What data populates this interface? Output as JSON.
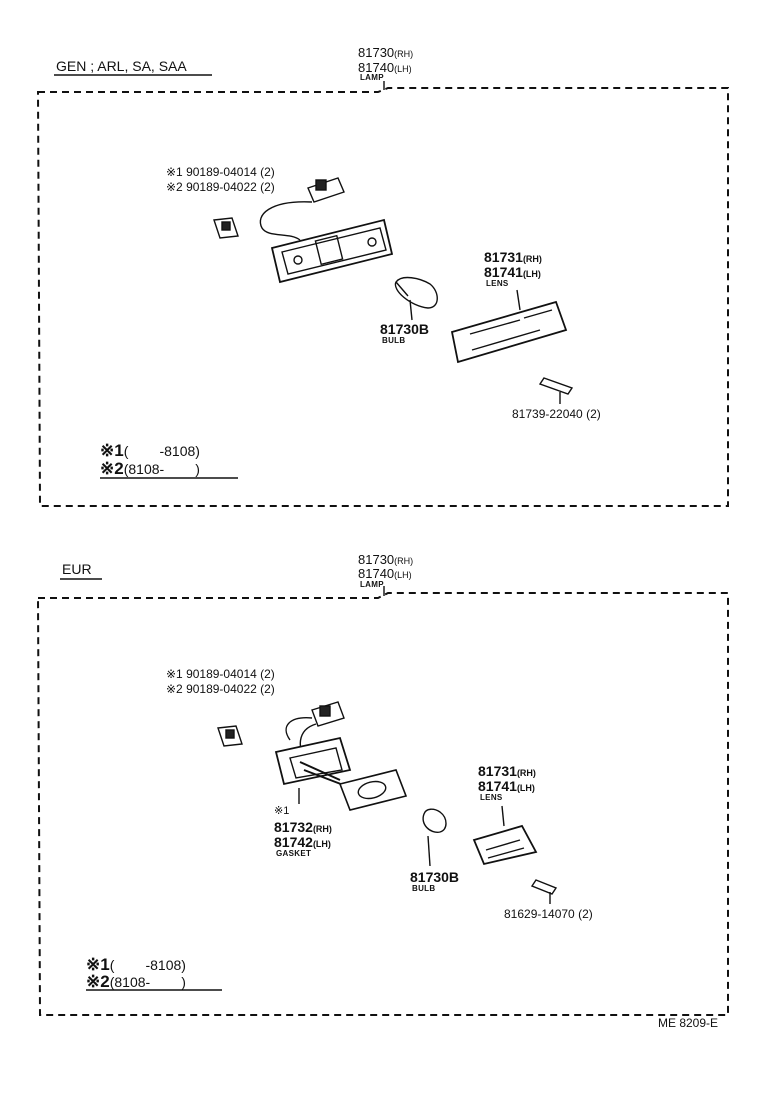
{
  "top": {
    "section_label": "GEN ; ARL, SA, SAA",
    "lamp_rh": "81730",
    "lamp_lh": "81740",
    "suffix_rh": "(RH)",
    "suffix_lh": "(LH)",
    "lamp_caption": "LAMP",
    "socket_part_1": "※1 90189-04014 (2)",
    "socket_part_2": "※2 90189-04022 (2)",
    "lens_rh": "81731",
    "lens_lh": "81741",
    "lens_caption": "LENS",
    "bulb_part": "81730B",
    "bulb_caption": "BULB",
    "screw_part": "81739-22040 (2)",
    "legend_mark_1": "※1",
    "legend_range_1": "(        -8108)",
    "legend_mark_2": "※2",
    "legend_range_2": "(8108-        )"
  },
  "bottom": {
    "section_label": "EUR",
    "lamp_rh": "81730",
    "lamp_lh": "81740",
    "suffix_rh": "(RH)",
    "suffix_lh": "(LH)",
    "lamp_caption": "LAMP",
    "socket_part_1": "※1 90189-04014 (2)",
    "socket_part_2": "※2 90189-04022 (2)",
    "gasket_mark": "※1",
    "gasket_rh": "81732",
    "gasket_lh": "81742",
    "gasket_caption": "GASKET",
    "lens_rh": "81731",
    "lens_lh": "81741",
    "lens_caption": "LENS",
    "bulb_part": "81730B",
    "bulb_caption": "BULB",
    "screw_part": "81629-14070 (2)",
    "legend_mark_1": "※1",
    "legend_range_1": "(        -8108)",
    "legend_mark_2": "※2",
    "legend_range_2": "(8108-        )"
  },
  "drawing_code": "ME 8209-E",
  "icons": [
    "connector-icon",
    "socket-clip-icon",
    "lamp-housing-icon",
    "bulb-icon",
    "lens-icon",
    "screw-icon",
    "gasket-icon"
  ]
}
